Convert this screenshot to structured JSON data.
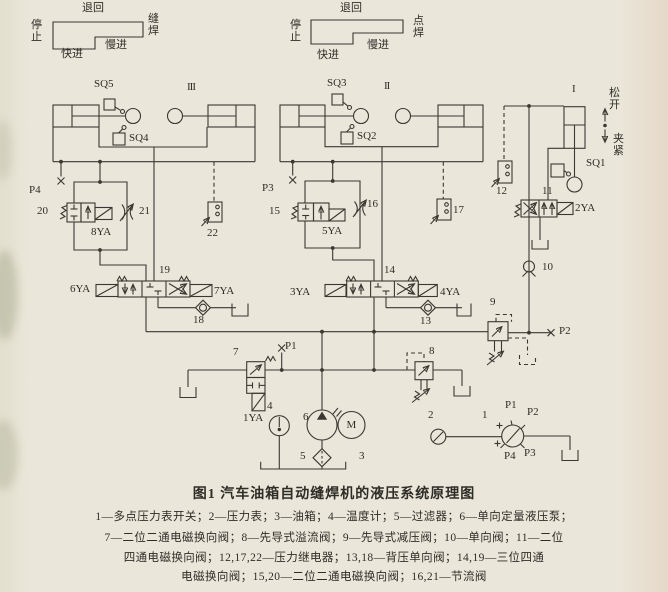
{
  "page": {
    "background": "#e9e5d8",
    "ink": "#3b3833"
  },
  "cycle_diagrams": [
    {
      "top": "退回",
      "side": "缝焊",
      "left": "停止",
      "fast": "快进",
      "slow": "慢进"
    },
    {
      "top": "退回",
      "side": "点焊",
      "left": "停止",
      "fast": "快进",
      "slow": "慢进"
    }
  ],
  "cylinders": {
    "roman_iii": "III",
    "roman_ii": "II",
    "roman_i": "I",
    "release": "松开",
    "clamp": "夹紧"
  },
  "switches": {
    "sq1": "SQ1",
    "sq2": "SQ2",
    "sq3": "SQ3",
    "sq4": "SQ4",
    "sq5": "SQ5"
  },
  "solenoids": {
    "ya1": "1YA",
    "ya2": "2YA",
    "ya3": "3YA",
    "ya4": "4YA",
    "ya5": "5YA",
    "ya6": "6YA",
    "ya7": "7YA",
    "ya8": "8YA"
  },
  "test_points": {
    "p1": "P1",
    "p2": "P2",
    "p3": "P3",
    "p4": "P4"
  },
  "gauge_ports": {
    "p1": "P1",
    "p2": "P2",
    "p3": "P3",
    "p4": "P4"
  },
  "numbers": {
    "n1": "1",
    "n2": "2",
    "n3": "3",
    "n4": "4",
    "n5": "5",
    "n6": "6",
    "n7": "7",
    "n8": "8",
    "n9": "9",
    "n10": "10",
    "n11": "11",
    "n12": "12",
    "n13": "13",
    "n14": "14",
    "n15": "15",
    "n16": "16",
    "n17": "17",
    "n18": "18",
    "n19": "19",
    "n20": "20",
    "n21": "21",
    "n22": "22"
  },
  "motor_label": "M",
  "caption": {
    "title": "图1  汽车油箱自动缝焊机的液压系统原理图",
    "line1": "1—多点压力表开关；2—压力表；3—油箱；4—温度计；5—过滤器；6—单向定量液压泵；",
    "line2": "7—二位二通电磁换向阀；8—先导式溢流阀；9—先导式减压阀；10—单向阀；11—二位",
    "line3": "四通电磁换向阀；12,17,22—压力继电器；13,18—背压单向阀；14,19—三位四通",
    "line4": "电磁换向阀；15,20—二位二通电磁换向阀；16,21—节流阀"
  }
}
